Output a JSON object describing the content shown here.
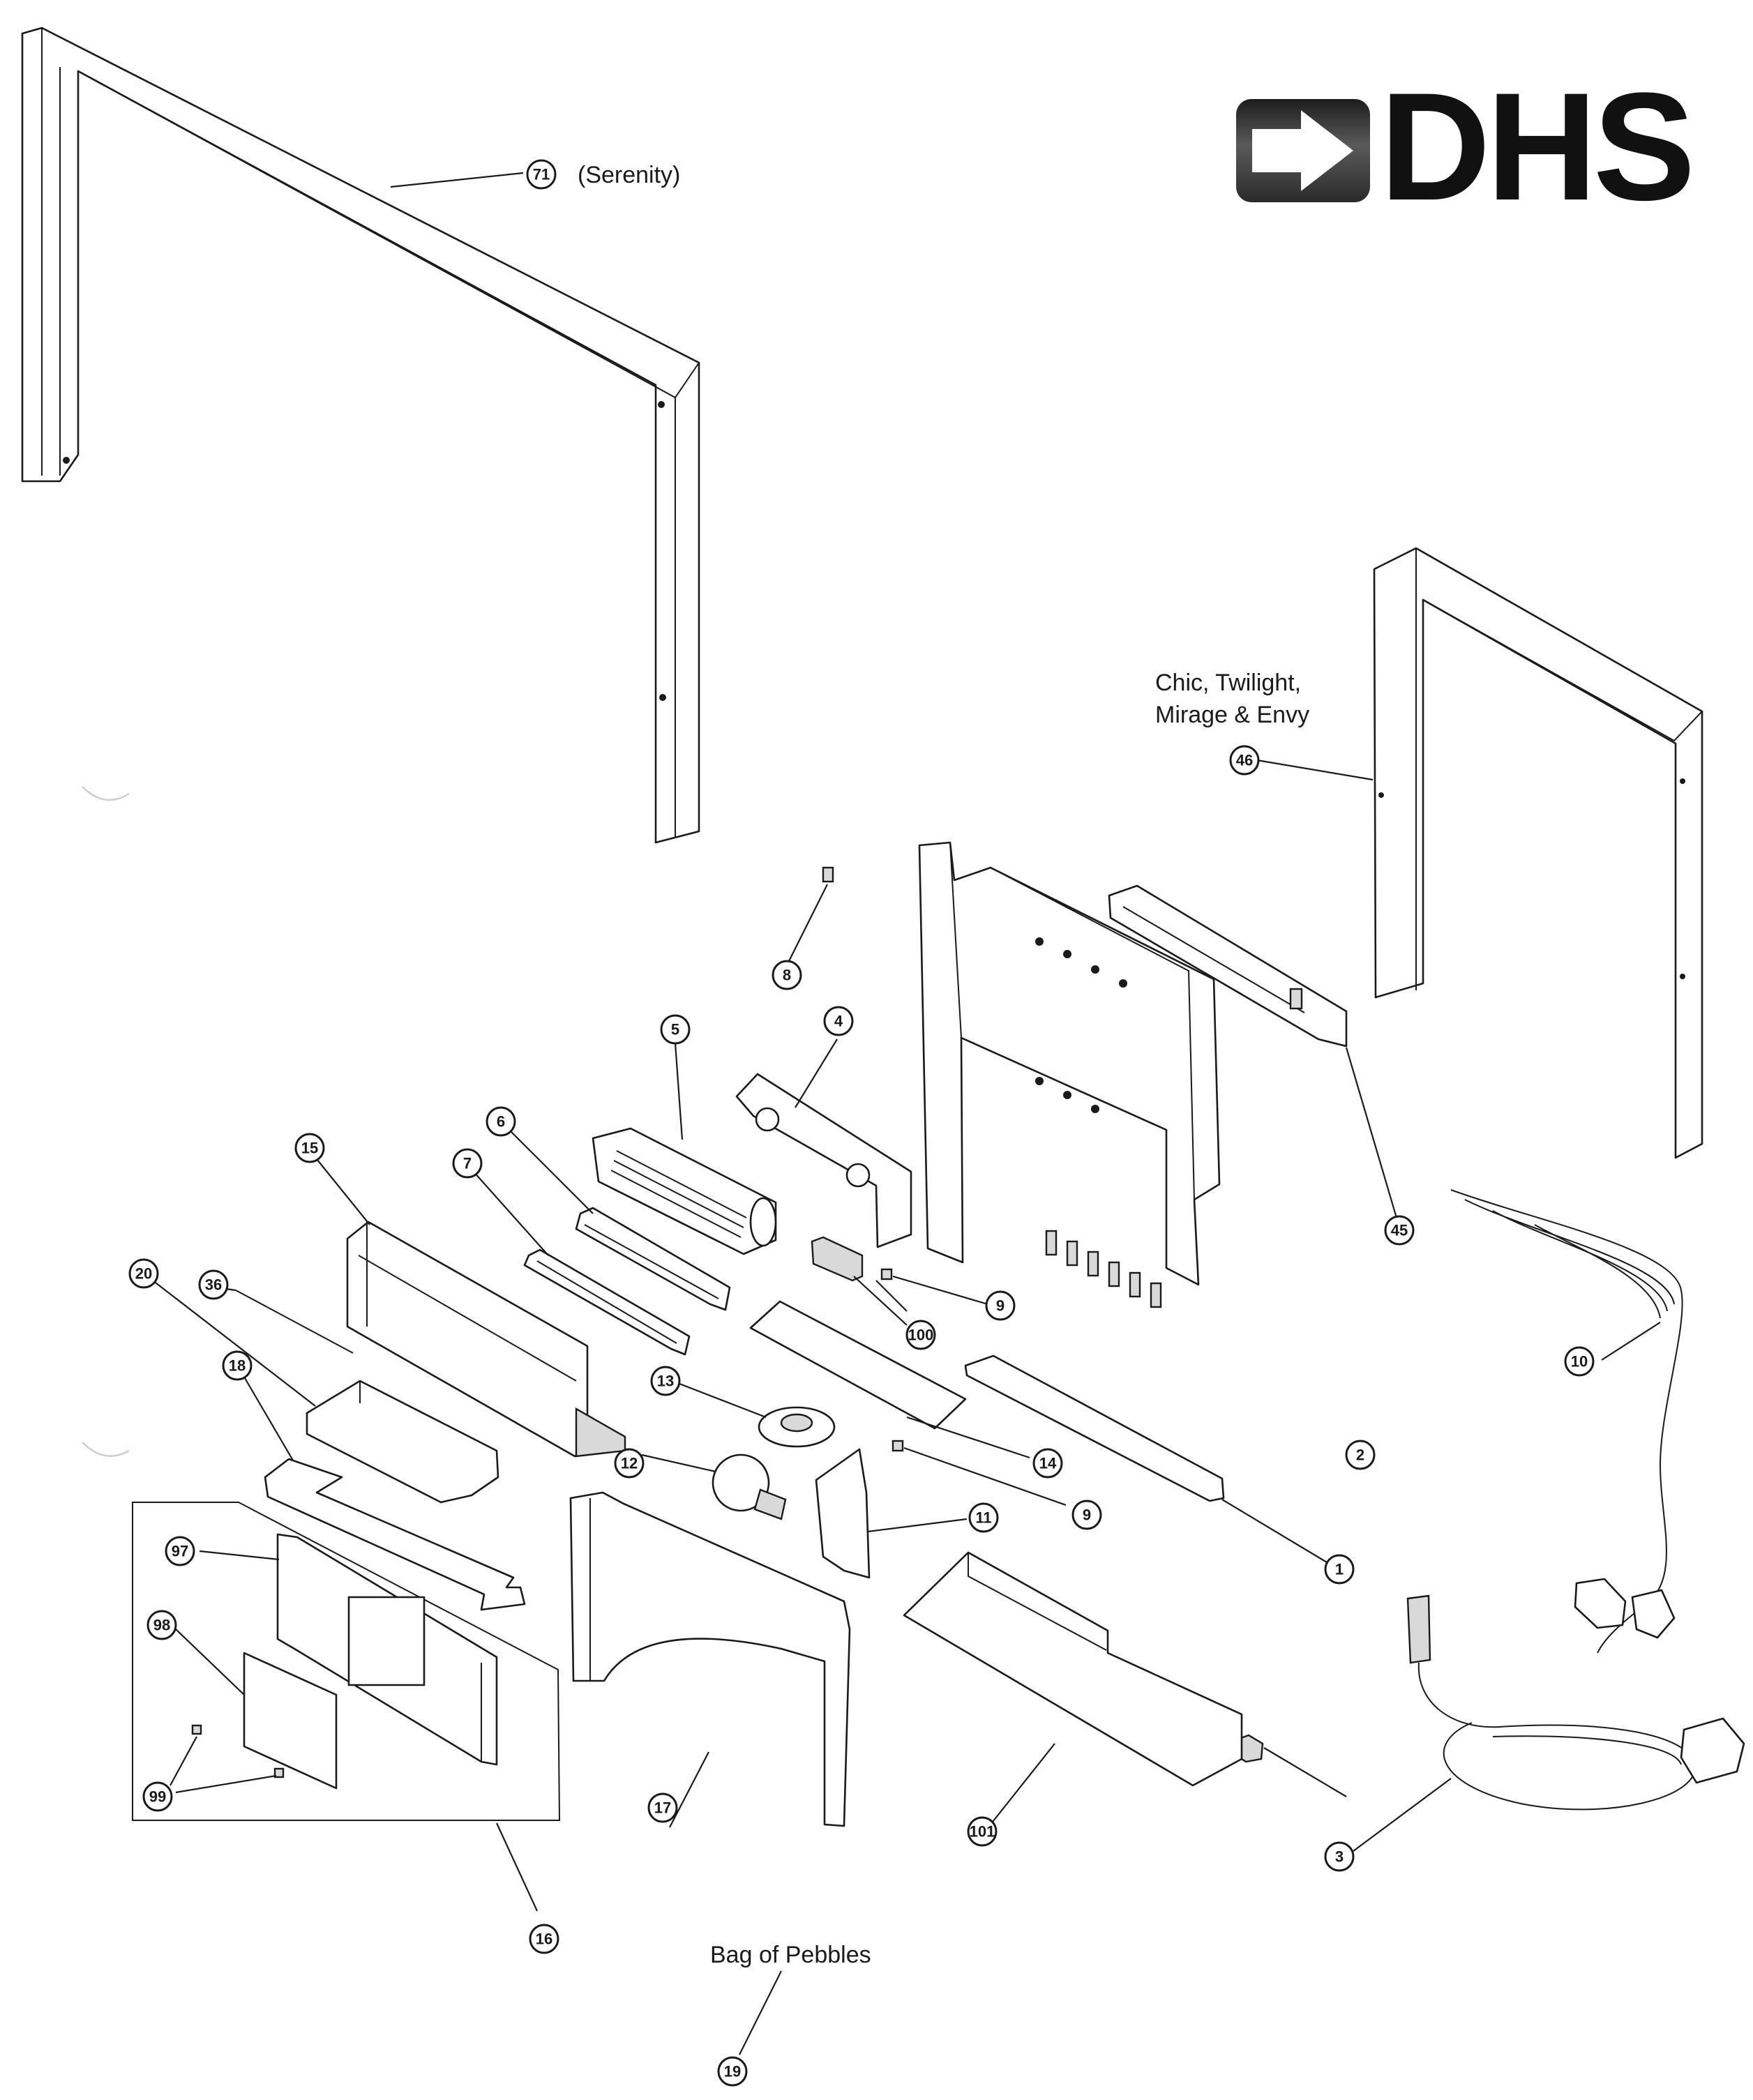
{
  "labels": {
    "serenity": "(Serenity)",
    "chic_line1": "Chic, Twilight,",
    "chic_line2": "Mirage & Envy",
    "pebbles": "Bag of Pebbles"
  },
  "logo": {
    "text": "DHS",
    "accent": "#444444"
  },
  "callouts": [
    {
      "id": "71",
      "label": "71"
    },
    {
      "id": "46",
      "label": "46"
    },
    {
      "id": "8",
      "label": "8"
    },
    {
      "id": "5",
      "label": "5"
    },
    {
      "id": "4",
      "label": "4"
    },
    {
      "id": "6",
      "label": "6"
    },
    {
      "id": "15",
      "label": "15"
    },
    {
      "id": "7",
      "label": "7"
    },
    {
      "id": "45",
      "label": "45"
    },
    {
      "id": "20",
      "label": "20"
    },
    {
      "id": "36",
      "label": "36"
    },
    {
      "id": "9a",
      "label": "9"
    },
    {
      "id": "100",
      "label": "100"
    },
    {
      "id": "10",
      "label": "10"
    },
    {
      "id": "18",
      "label": "18"
    },
    {
      "id": "13",
      "label": "13"
    },
    {
      "id": "2",
      "label": "2"
    },
    {
      "id": "12",
      "label": "12"
    },
    {
      "id": "14",
      "label": "14"
    },
    {
      "id": "9b",
      "label": "9"
    },
    {
      "id": "11",
      "label": "11"
    },
    {
      "id": "97",
      "label": "97"
    },
    {
      "id": "1",
      "label": "1"
    },
    {
      "id": "98",
      "label": "98"
    },
    {
      "id": "99",
      "label": "99"
    },
    {
      "id": "17",
      "label": "17"
    },
    {
      "id": "101",
      "label": "101"
    },
    {
      "id": "3",
      "label": "3"
    },
    {
      "id": "16",
      "label": "16"
    },
    {
      "id": "19",
      "label": "19"
    }
  ]
}
